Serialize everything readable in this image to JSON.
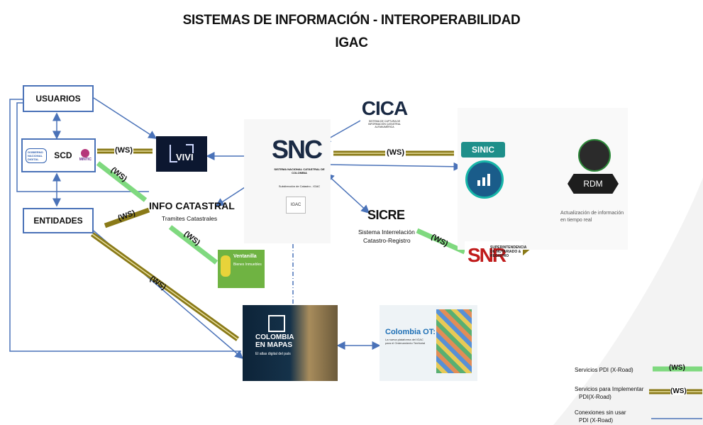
{
  "title": {
    "line1": "SISTEMAS DE INFORMACIÓN - INTEROPERABILIDAD",
    "line2": "IGAC"
  },
  "nodes": {
    "usuarios": "USUARIOS",
    "entidades": "ENTIDADES",
    "scd": "SCD",
    "scd_left_logo": "GOBIERNO NACIONAL DIGITAL",
    "scd_right_logo": "MINTIC",
    "vivi": "VIVI",
    "snc": "SNC",
    "snc_subtitle": "SISTEMA NACIONAL CATASTRAL DE COLOMBIA",
    "snc_caption": "Subdirección de Catastro - IGAC",
    "igac_logo": "IGAC",
    "cica": "CICA",
    "cica_subtitle": "SISTEMA DE CAPTURA DE INFORMACIÓN CATASTRAL ALFANUMÉRICA",
    "sinic": "SINIC",
    "rdm": "RDM",
    "rdm_caption": "Actualización de información en tiempo real",
    "info_catastral": "INFO CATASTRAL",
    "info_catastral_sub": "Tramites Catastrales",
    "sicre": "SICRE",
    "sicre_sub1": "Sistema Interrelación",
    "sicre_sub2": "Catastro-Registro",
    "snr_main": "SNR",
    "snr_sub": "SUPERINTENDENCIA DE NOTARIADO & REGISTRO",
    "ventanilla": "Ventanilla",
    "ventanilla_sub": "Bienes Inmuebles",
    "colombia_mapas": "COLOMBIA EN MAPAS",
    "colombia_mapas_sub": "El atlas digital del país",
    "colombia_ot": "Colombia OT:",
    "colombia_ot_sub": "La nueva plataforma del IGAC para el Ordenamiento Territorial"
  },
  "ws_label": "(WS)",
  "legend": {
    "item1": "Servicios  PDI (X-Road)",
    "item2_line1": "Servicios para  Implementar",
    "item2_line2": "PDI(X-Road)",
    "item3_line1": "Conexiones sin usar",
    "item3_line2": "PDI (X-Road)"
  },
  "colors": {
    "green_ws": "#7fd97f",
    "olive_ws": "#8a7a18",
    "connector": "#4a72b8"
  }
}
